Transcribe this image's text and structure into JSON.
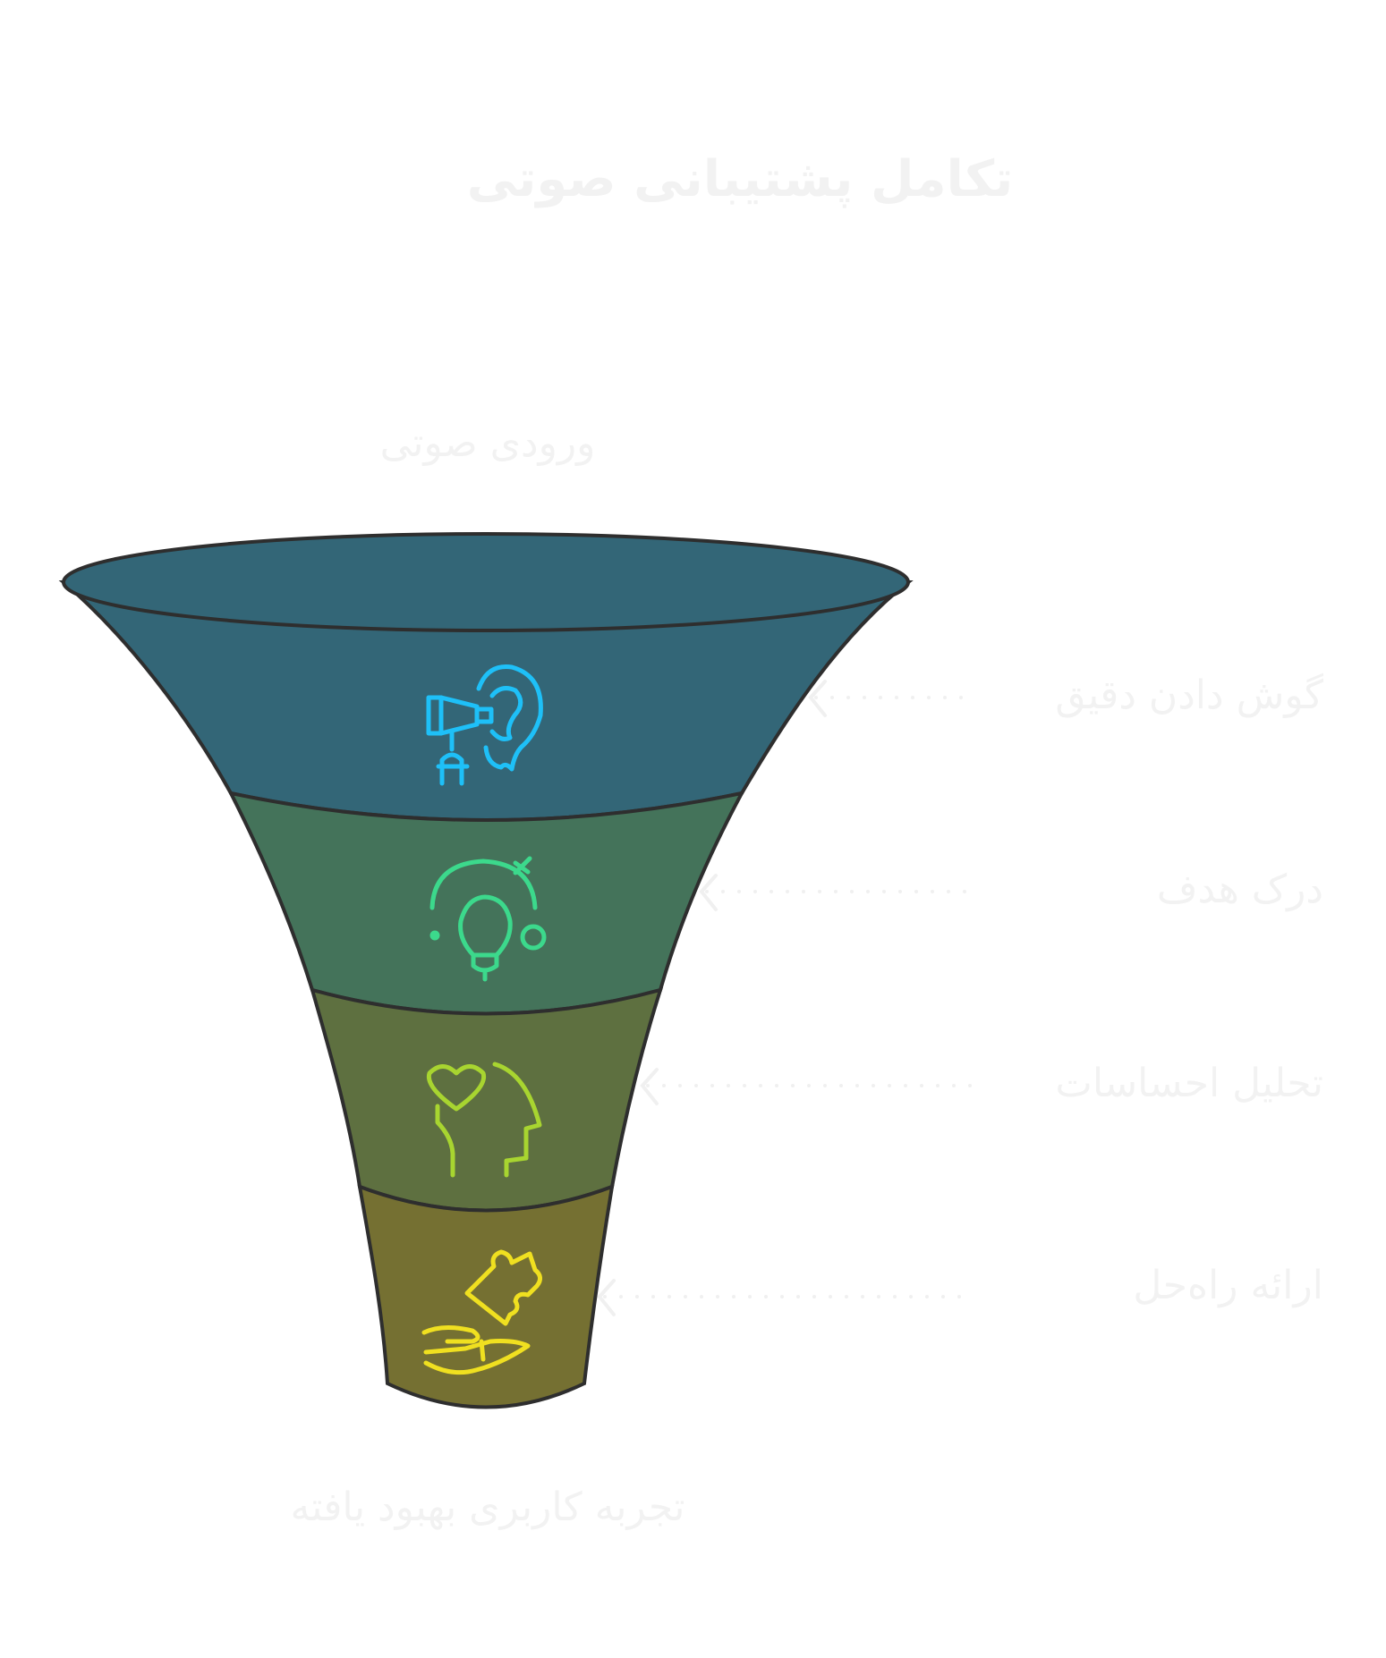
{
  "title": "تکامل پشتیبانی صوتی",
  "input_label": "ورودی صوتی",
  "output_label": "تجربه کاربری بهبود یافته",
  "stages": [
    {
      "label": "گوش دادن دقیق",
      "icon": "ear-megaphone-icon",
      "fill": "#336677",
      "icon_color": "#1ec0f8"
    },
    {
      "label": "درک هدف",
      "icon": "lightbulb-target-icon",
      "fill": "#44735a",
      "icon_color": "#3cd98c"
    },
    {
      "label": "تحلیل احساسات",
      "icon": "head-heart-icon",
      "fill": "#5e7040",
      "icon_color": "#a8d530"
    },
    {
      "label": "ارائه راه‌حل",
      "icon": "hand-puzzle-icon",
      "fill": "#757032",
      "icon_color": "#f0e020"
    }
  ],
  "colors": {
    "text": "#f2f2f2",
    "outline": "#2e2e2e",
    "connector": "#f0f0f0"
  }
}
